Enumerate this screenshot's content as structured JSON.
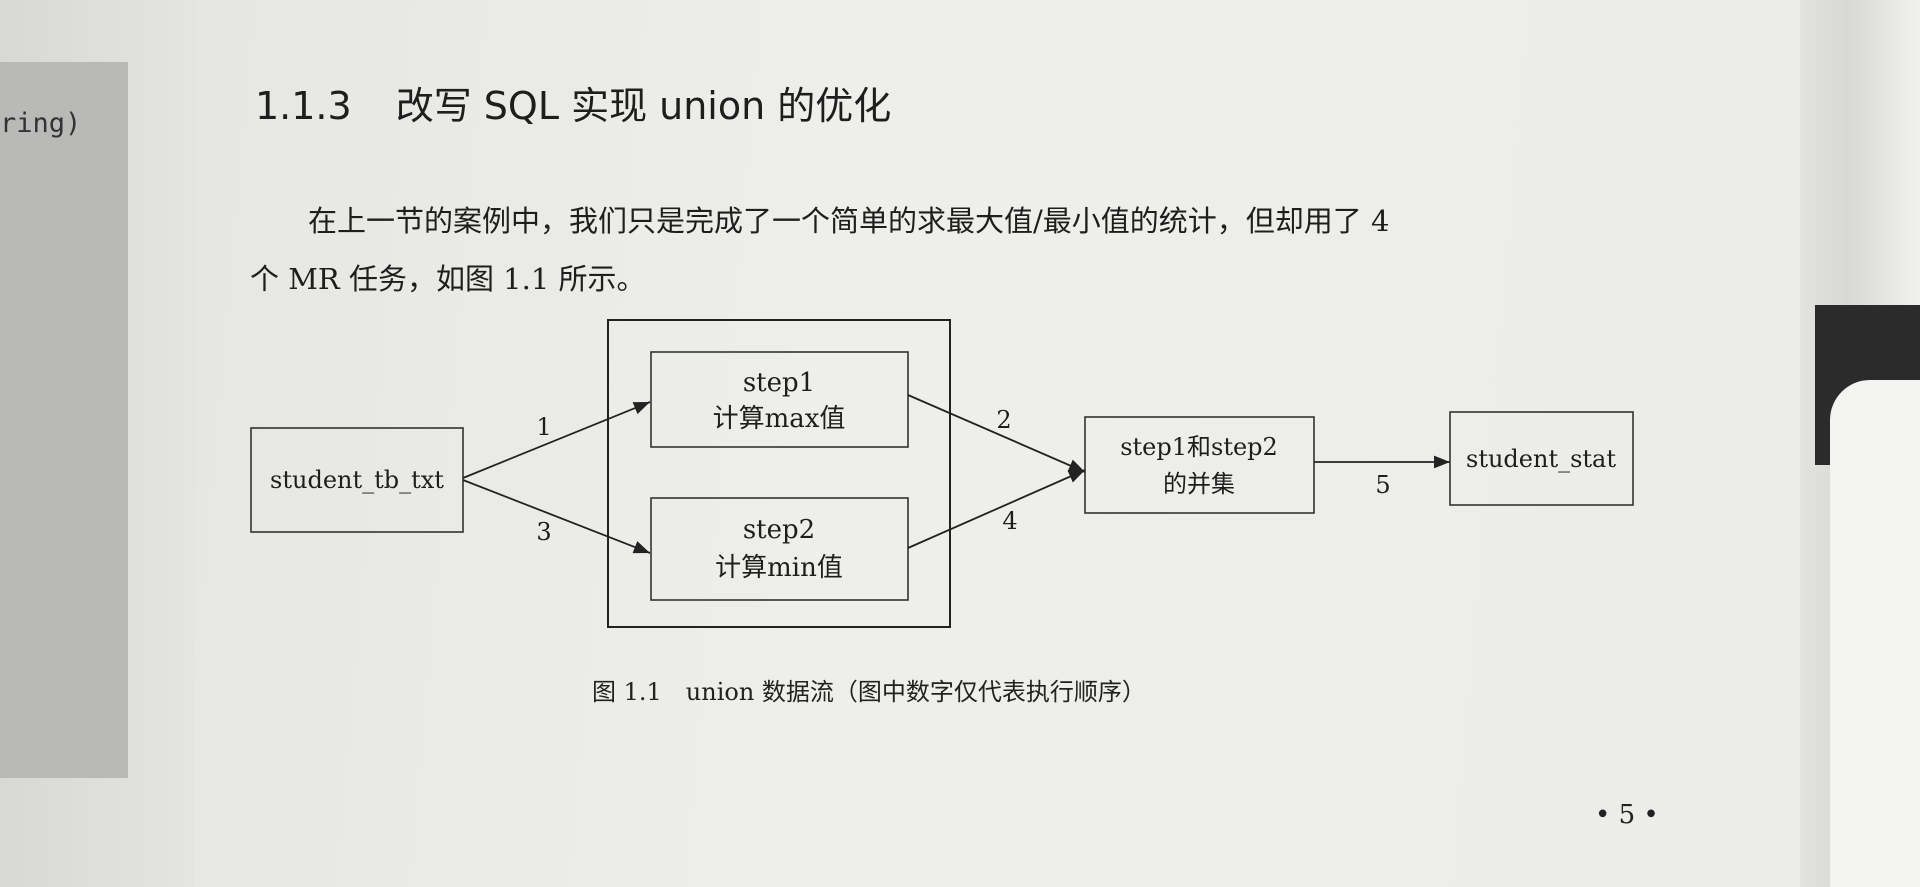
{
  "left_page": {
    "code_fragment": "ring)"
  },
  "section": {
    "number": "1.1.3",
    "title": "改写 SQL 实现 union 的优化"
  },
  "paragraph": {
    "line1": "在上一节的案例中，我们只是完成了一个简单的求最大值/最小值的统计，但却用了 4",
    "line2": "个 MR 任务，如图 1.1 所示。"
  },
  "figure": {
    "nodes": {
      "source": "student_tb_txt",
      "step1_title": "step1",
      "step1_desc": "计算max值",
      "step2_title": "step2",
      "step2_desc": "计算min值",
      "union_line1": "step1和step2",
      "union_line2": "的并集",
      "target": "student_stat"
    },
    "edge_labels": [
      "1",
      "2",
      "3",
      "4",
      "5"
    ],
    "caption": "图 1.1　union 数据流（图中数字仅代表执行顺序）"
  },
  "page_number": "• 5 •"
}
